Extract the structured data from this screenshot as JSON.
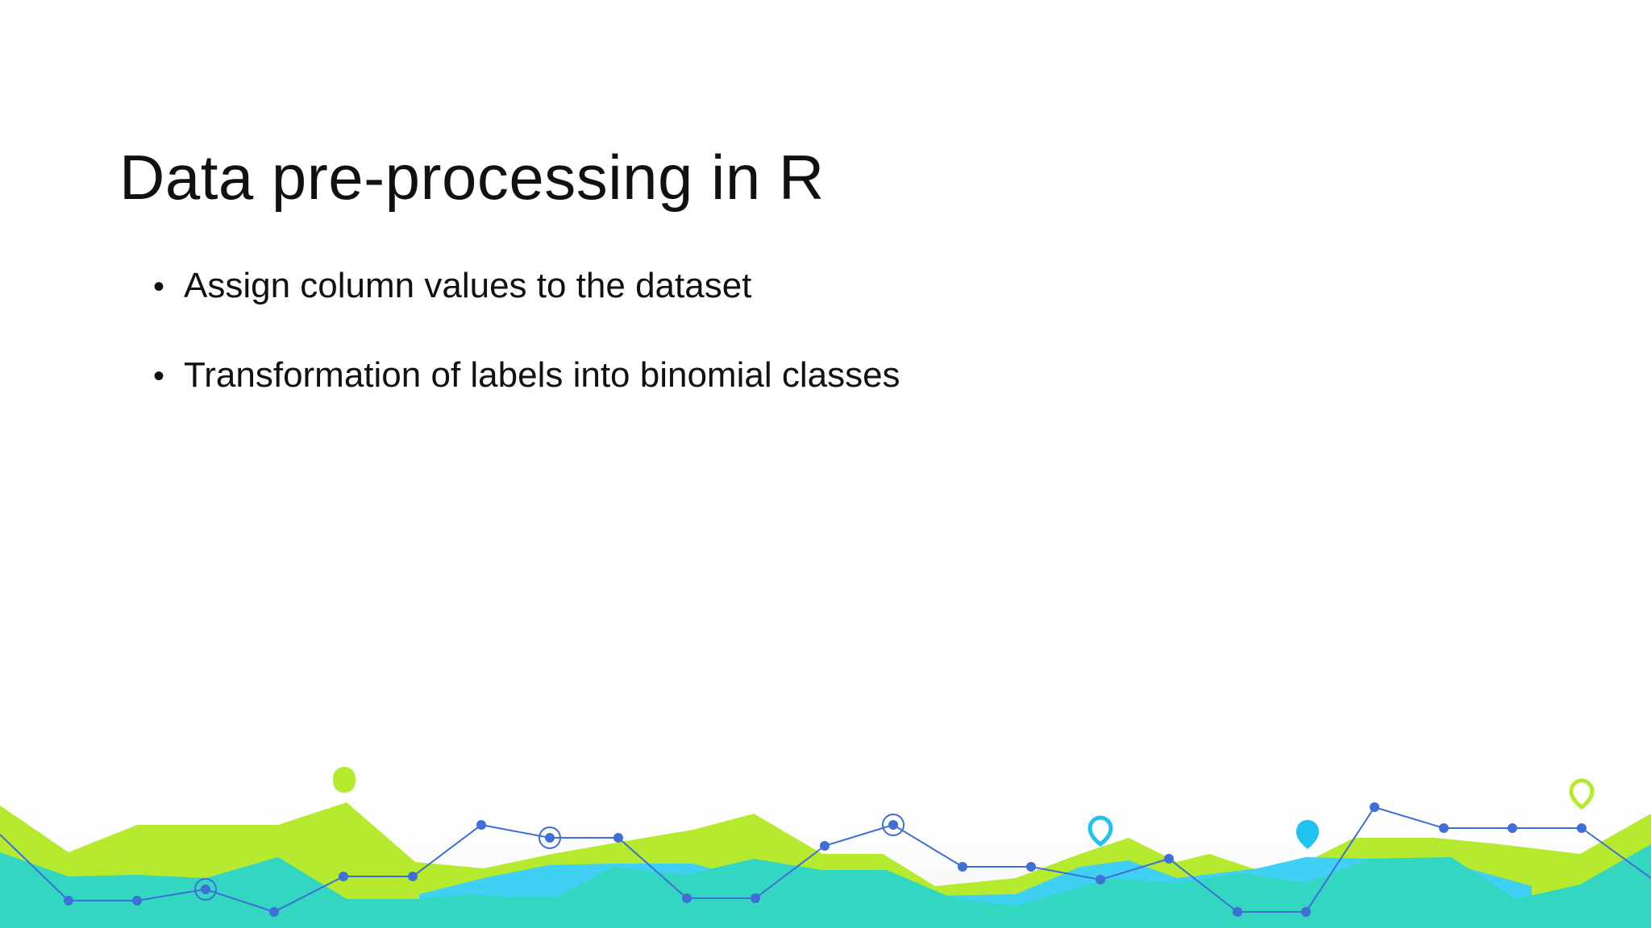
{
  "slide": {
    "title": "Data pre-processing in R",
    "bullets": [
      "Assign column values to the dataset",
      "Transformation of labels into binomial classes"
    ],
    "bullet_glyph": "•"
  },
  "colors": {
    "lime": "#b5ea2e",
    "teal": "#33d6c0",
    "sky": "#3fd0f4",
    "line_blue": "#3f6fd6",
    "text": "#111111"
  },
  "icons": [
    "map-pin-icon",
    "map-pin-outline-icon"
  ]
}
